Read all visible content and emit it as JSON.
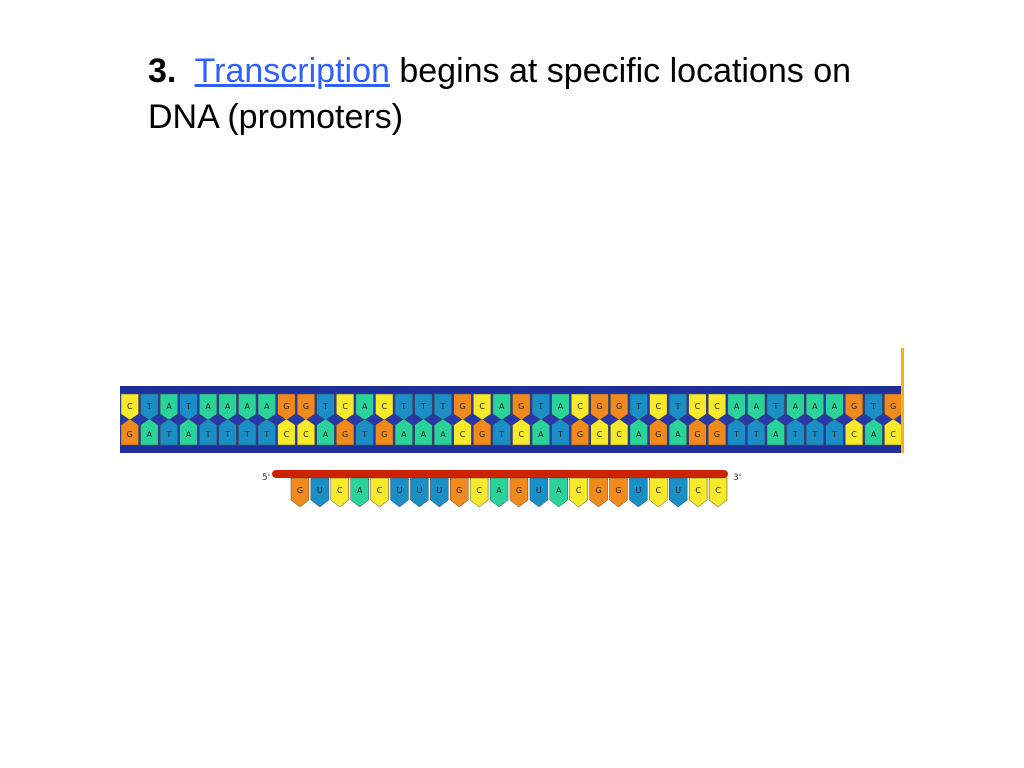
{
  "slide": {
    "number": "3.",
    "link_text": "Transcription",
    "line1_rest": "begins at specific locations on",
    "line2": "DNA (promoters)"
  },
  "diagram": {
    "dna_top": [
      "C",
      "T",
      "A",
      "T",
      "A",
      "A",
      "A",
      "A",
      "G",
      "G",
      "T",
      "C",
      "A",
      "C",
      "T",
      "T",
      "T",
      "G",
      "C",
      "A",
      "G",
      "T",
      "A",
      "C",
      "G",
      "G",
      "T",
      "C",
      "T",
      "C",
      "C",
      "A",
      "A",
      "T",
      "A",
      "A",
      "A",
      "G",
      "T",
      "G"
    ],
    "dna_bottom": [
      "G",
      "A",
      "T",
      "A",
      "T",
      "T",
      "T",
      "T",
      "C",
      "C",
      "A",
      "G",
      "T",
      "G",
      "A",
      "A",
      "A",
      "C",
      "G",
      "T",
      "C",
      "A",
      "T",
      "G",
      "C",
      "C",
      "A",
      "G",
      "A",
      "G",
      "G",
      "T",
      "T",
      "A",
      "T",
      "T",
      "T",
      "C",
      "A",
      "C"
    ],
    "rna": [
      "G",
      "U",
      "C",
      "A",
      "C",
      "U",
      "U",
      "U",
      "G",
      "C",
      "A",
      "G",
      "U",
      "A",
      "C",
      "G",
      "G",
      "U",
      "C",
      "U",
      "C",
      "C"
    ],
    "rna_five_prime": "5'",
    "rna_three_prime": "3'"
  },
  "colors": {
    "backbone": "#1f2f9a",
    "rna_backbone": "#cc2200",
    "link": "#2f5fff",
    "base_A": "#2ad39a",
    "base_T": "#1a8fc6",
    "base_U": "#1a8fc6",
    "base_G": "#f08a1c",
    "base_C": "#f7ea2a"
  }
}
